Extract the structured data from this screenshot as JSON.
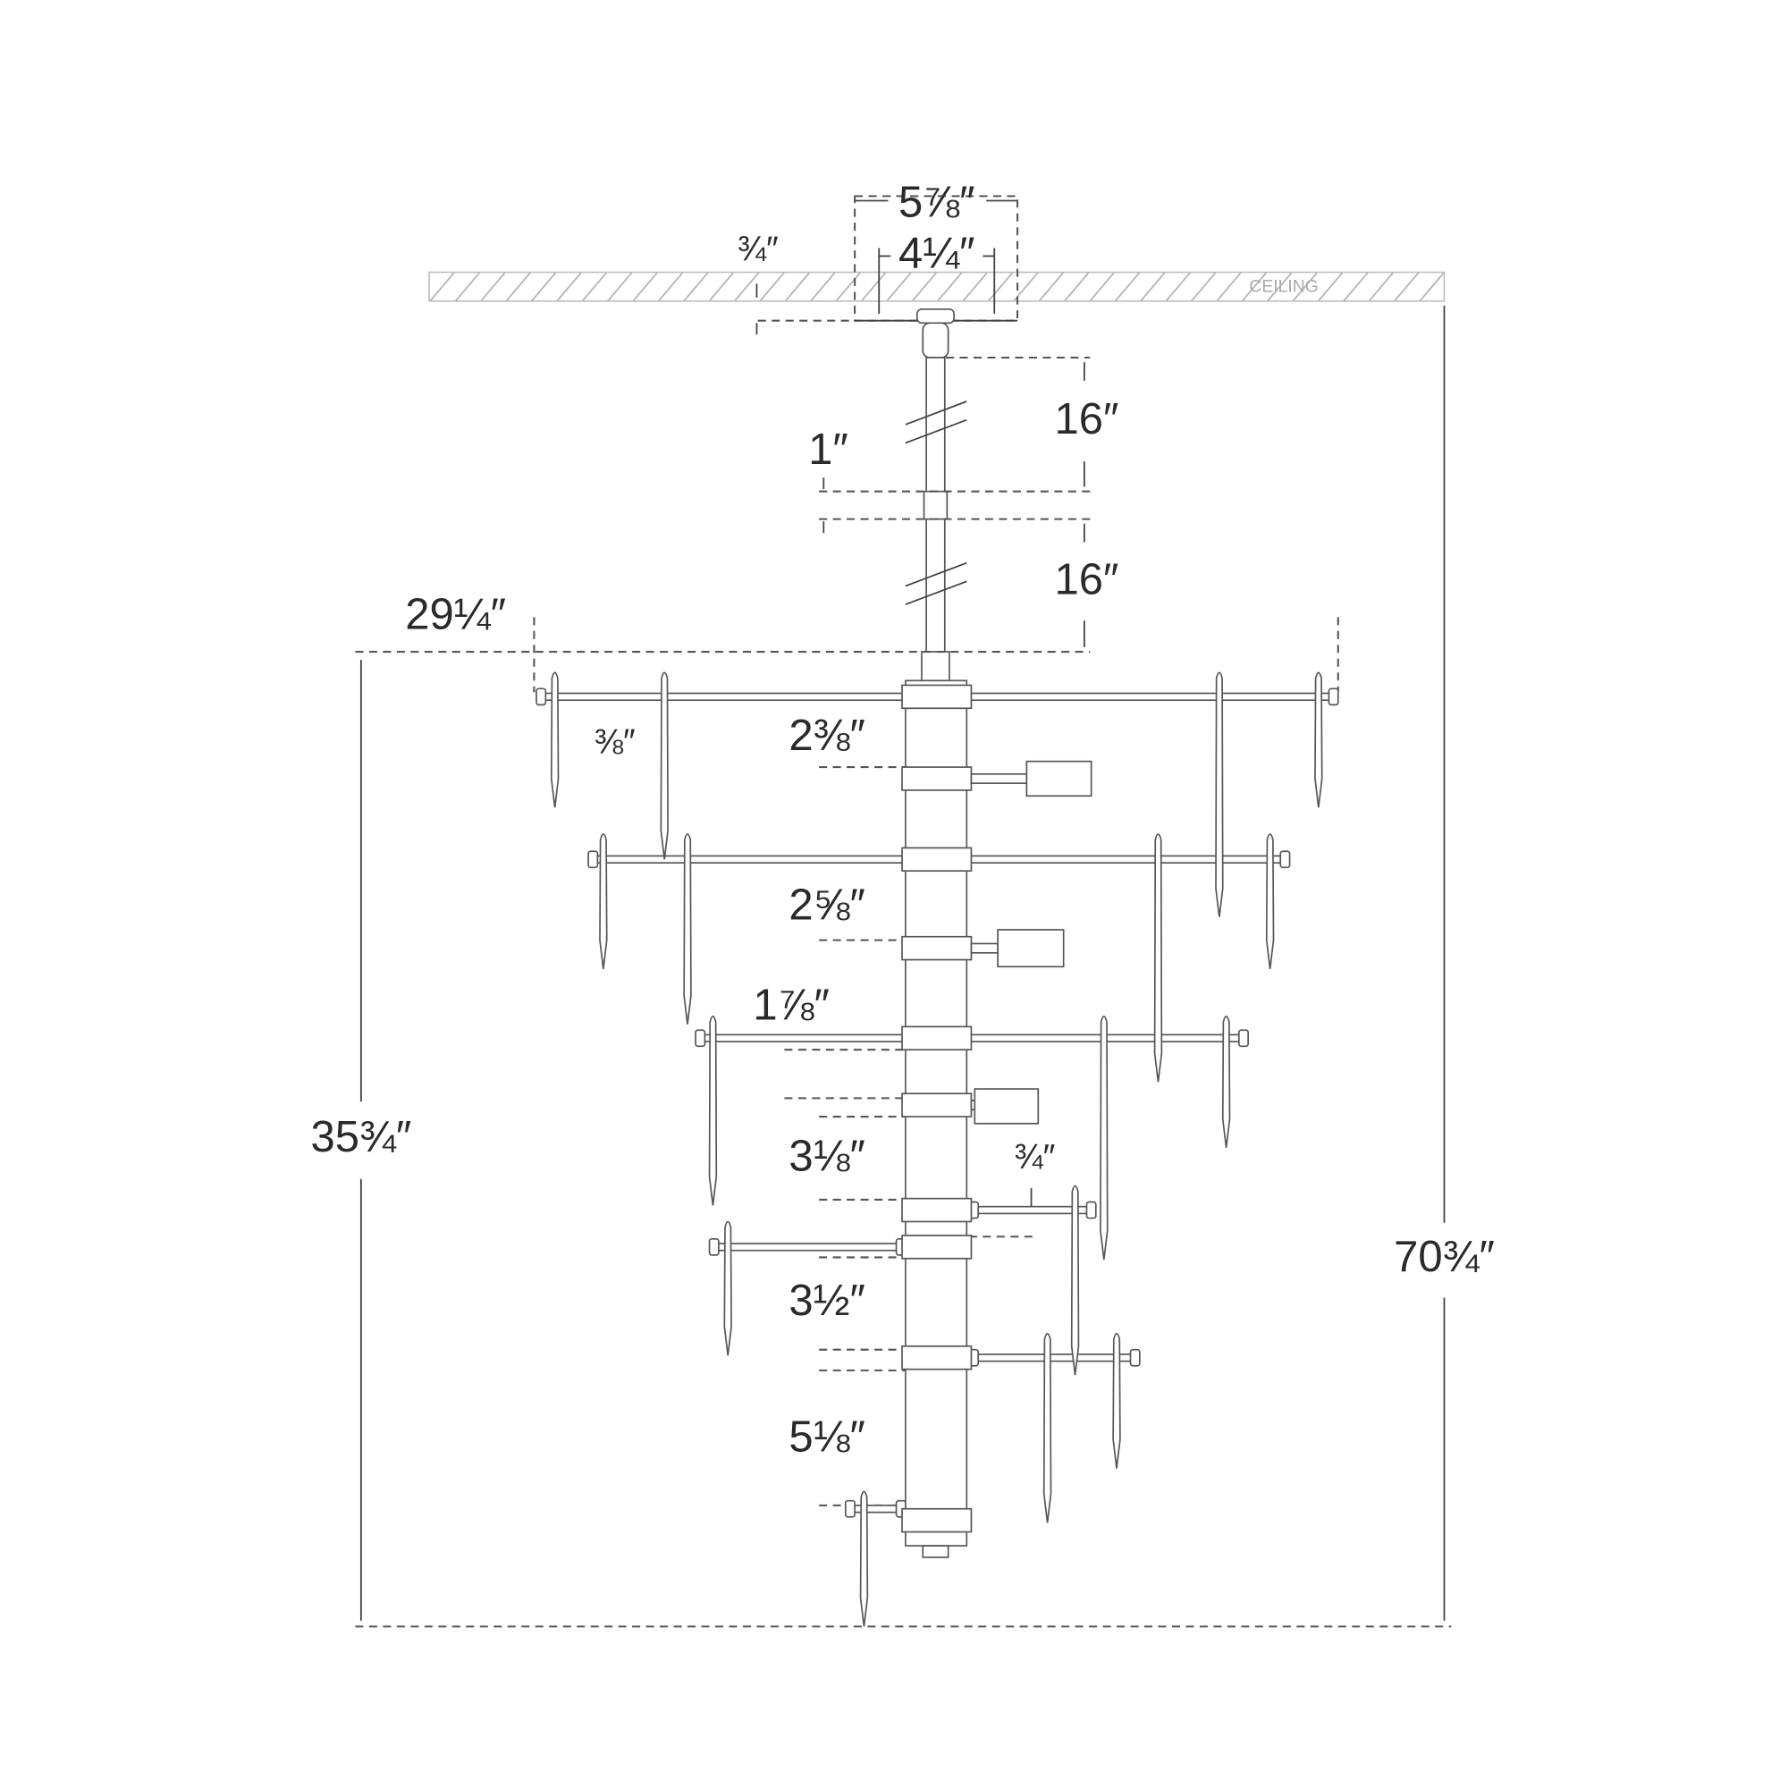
{
  "ceiling_label": "CEILING",
  "dimensions": {
    "canopy_width": "5⅞″",
    "canopy_plate_width": "4¼″",
    "canopy_depth": "¾″",
    "stem_upper": "16″",
    "stem_coupling": "1″",
    "stem_lower": "16″",
    "overall_width": "29¼″",
    "arm_thickness": "⅜″",
    "tier_gap_1": "2⅜″",
    "tier_gap_2": "2⅝″",
    "tier_gap_3": "1⅞″",
    "tier_gap_4": "3⅛″",
    "collar_gap": "¾″",
    "tier_gap_5": "3½″",
    "tier_gap_6": "5⅛″",
    "fixture_height": "35¾″",
    "overall_height": "70¾″"
  },
  "colors": {
    "line": "#444444",
    "hatch": "#b0b0b0",
    "text": "#2a2a2a"
  }
}
